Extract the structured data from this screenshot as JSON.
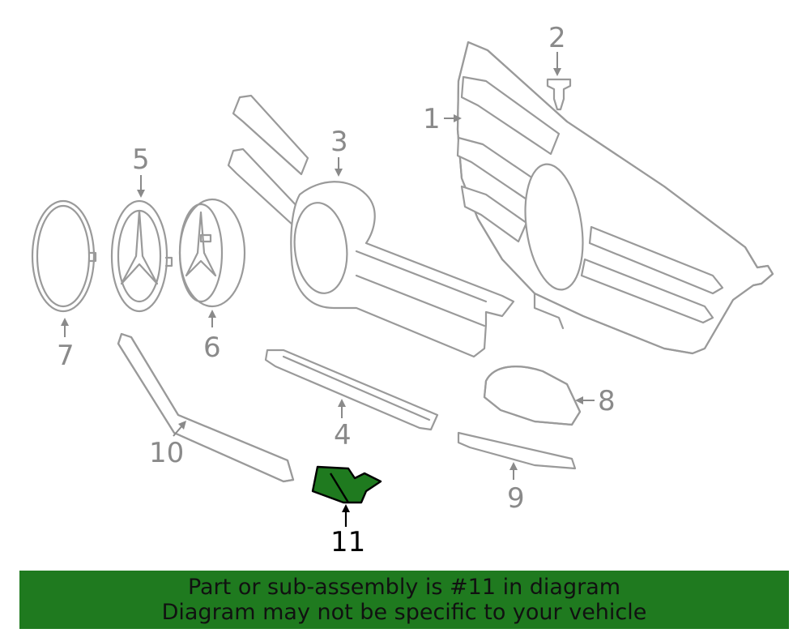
{
  "diagram": {
    "highlight_color": "#1f7a1f",
    "callouts": [
      {
        "id": "1",
        "label": "1"
      },
      {
        "id": "2",
        "label": "2"
      },
      {
        "id": "3",
        "label": "3"
      },
      {
        "id": "4",
        "label": "4"
      },
      {
        "id": "5",
        "label": "5"
      },
      {
        "id": "6",
        "label": "6"
      },
      {
        "id": "7",
        "label": "7"
      },
      {
        "id": "8",
        "label": "8"
      },
      {
        "id": "9",
        "label": "9"
      },
      {
        "id": "10",
        "label": "10"
      },
      {
        "id": "11",
        "label": "11"
      }
    ],
    "highlighted_part": "11"
  },
  "banner": {
    "line1": "Part or sub-assembly is #11 in diagram",
    "line2": "Diagram may not be specific to your vehicle",
    "background_color": "#1f7a1f"
  }
}
